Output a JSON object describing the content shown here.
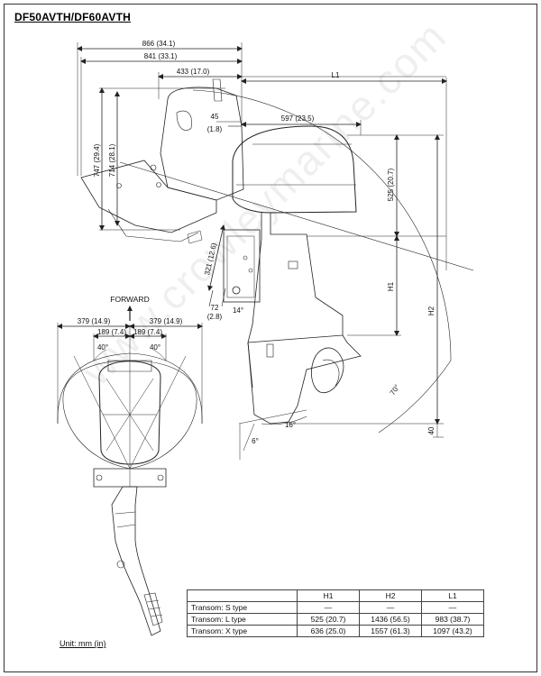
{
  "page": {
    "model": "DF50AVTH/DF60AVTH",
    "unit_note": "Unit: mm (in)",
    "watermark": "www.crowleymarine.com"
  },
  "side_view": {
    "dims": {
      "overall_length": "866 (34.1)",
      "length_2": "841 (33.1)",
      "length_3": "433 (17.0)",
      "tilt_offset": "45",
      "tilt_offset_in": "(1.8)",
      "cowl_length": "597 (23.5)",
      "height_1": "747 (29.4)",
      "height_2": "714 (28.1)",
      "cowl_height": "525 (20.7)",
      "bracket_length": "321 (12.6)",
      "bracket_small": "72",
      "bracket_small_in": "(2.8)",
      "angle_14": "14°",
      "angle_16": "16°",
      "angle_6": "6°",
      "angle_70": "70°",
      "l1": "L1",
      "h1": "H1",
      "h2": "H2",
      "value_40": "40"
    }
  },
  "top_view": {
    "forward_label": "FORWARD",
    "half_width_left": "379 (14.9)",
    "half_width_right": "379 (14.9)",
    "inner_left": "189 (7.4)",
    "inner_right": "189 (7.4)",
    "angle_left": "40°",
    "angle_right": "40°"
  },
  "table": {
    "headers": [
      "",
      "H1",
      "H2",
      "L1"
    ],
    "rows": [
      {
        "label": "Transom: S type",
        "h1": "—",
        "h2": "—",
        "l1": "—"
      },
      {
        "label": "Transom: L type",
        "h1": "525 (20.7)",
        "h2": "1436 (56.5)",
        "l1": "983 (38.7)"
      },
      {
        "label": "Transom: X type",
        "h1": "636 (25.0)",
        "h2": "1557 (61.3)",
        "l1": "1097 (43.2)"
      }
    ]
  },
  "colors": {
    "line": "#222222",
    "shading": "#bbbbbb"
  }
}
